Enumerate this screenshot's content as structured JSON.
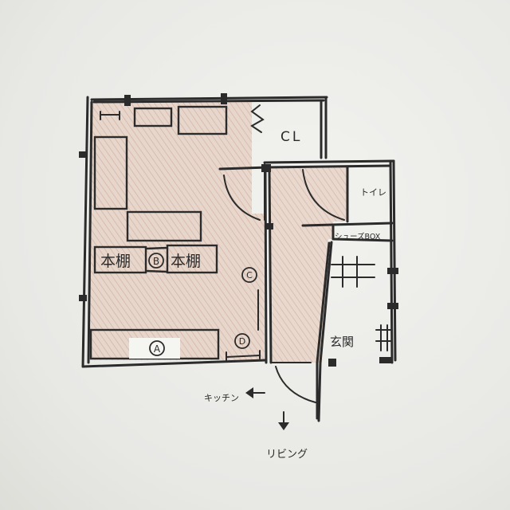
{
  "floor_plan": {
    "closet_label": "CL",
    "toilet_label": "トイレ",
    "shoe_box_label": "シューズBOX",
    "entrance_label": "玄関",
    "bookshelf_left_label": "本棚",
    "bookshelf_right_label": "本棚",
    "marker_a": "A",
    "marker_b": "B",
    "marker_c": "C",
    "marker_d": "D",
    "kitchen_label": "キッチン",
    "living_label": "リビング"
  },
  "colors": {
    "ink": "#2b2b2b",
    "paper": "#e9e9e6",
    "room_shading": "#e0c8bb"
  }
}
